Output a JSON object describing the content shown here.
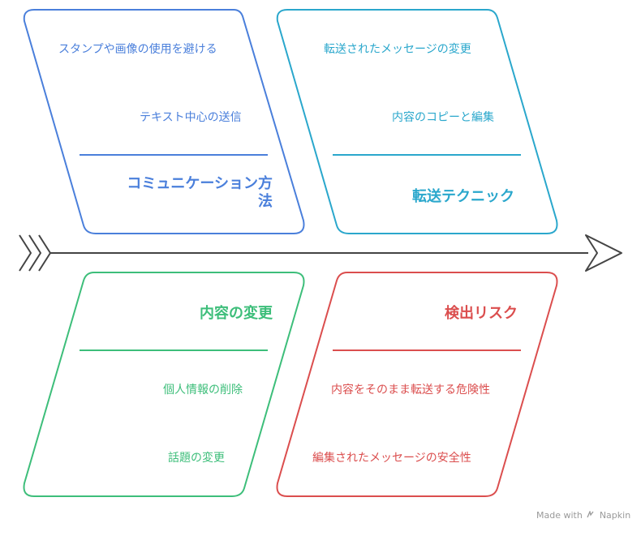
{
  "branches": [
    {
      "title": "コミュニケーション方法",
      "title_line1": "コミュニケーション方",
      "title_line2": "法",
      "items": [
        "スタンプや画像の使用を避ける",
        "テキスト中心の送信"
      ],
      "color": "#4A7FDB"
    },
    {
      "title": "転送テクニック",
      "items": [
        "転送されたメッセージの変更",
        "内容のコピーと編集"
      ],
      "color": "#2AA7CC"
    },
    {
      "title": "内容の変更",
      "items": [
        "個人情報の削除",
        "話題の変更"
      ],
      "color": "#3DBE7A"
    },
    {
      "title": "検出リスク",
      "items": [
        "内容をそのまま転送する危険性",
        "編集されたメッセージの安全性"
      ],
      "color": "#DB4E4E"
    }
  ],
  "spine_color": "#444444",
  "watermark": {
    "prefix": "Made with",
    "brand": "Napkin",
    "logo_icon": "napkin-logo-icon"
  }
}
